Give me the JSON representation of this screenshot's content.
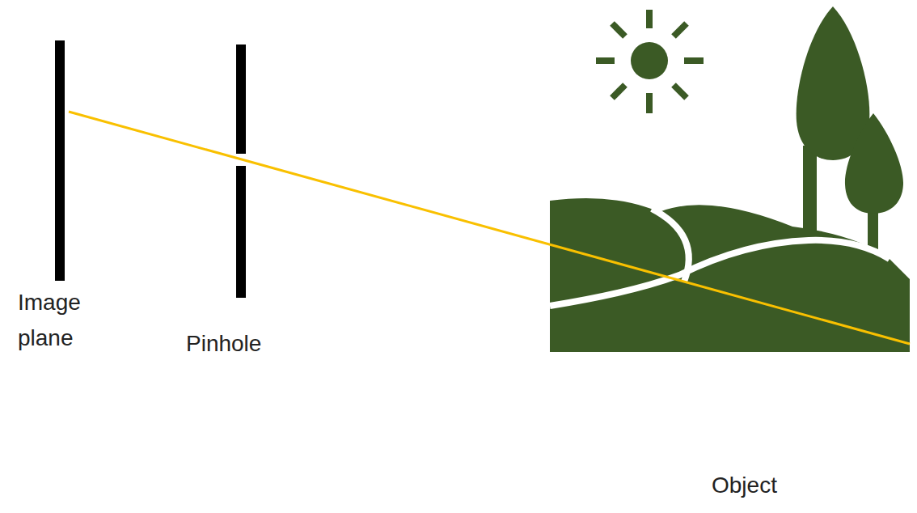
{
  "diagram": {
    "labels": [
      "Image plane",
      "Pinhole",
      "Object"
    ]
  }
}
